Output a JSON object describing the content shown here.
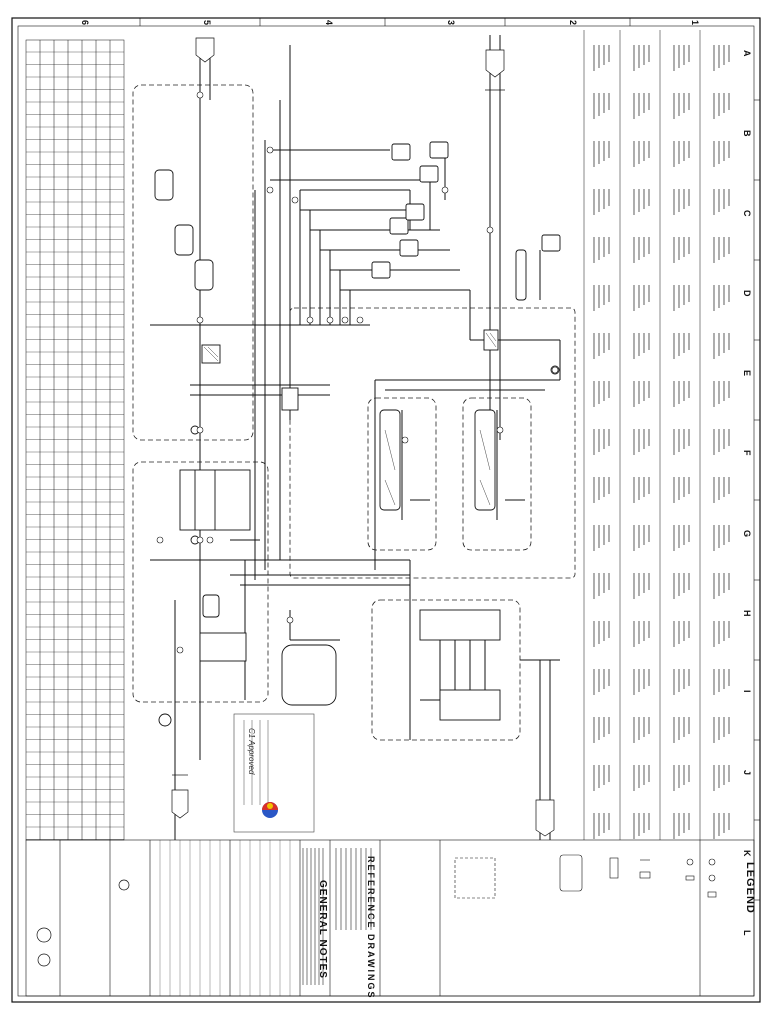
{
  "sheet": {
    "legend_title": "LEGEND",
    "general_notes_title": "GENERAL NOTES",
    "reference_drawings_title": "REFERENCE DRAWINGS",
    "approval_stamp": "C1 Approved",
    "column_zones": [
      "A",
      "B",
      "C",
      "D",
      "E",
      "F",
      "G",
      "H",
      "I",
      "J",
      "K",
      "L"
    ],
    "row_zones": [
      "1",
      "2",
      "3",
      "4",
      "5",
      "6"
    ]
  },
  "colors": {
    "line": "#111111",
    "dashed_box": "#222222",
    "stamp_logo_red": "#d8302a",
    "stamp_logo_blue": "#2a57c6",
    "stamp_logo_yellow": "#f2c200"
  }
}
